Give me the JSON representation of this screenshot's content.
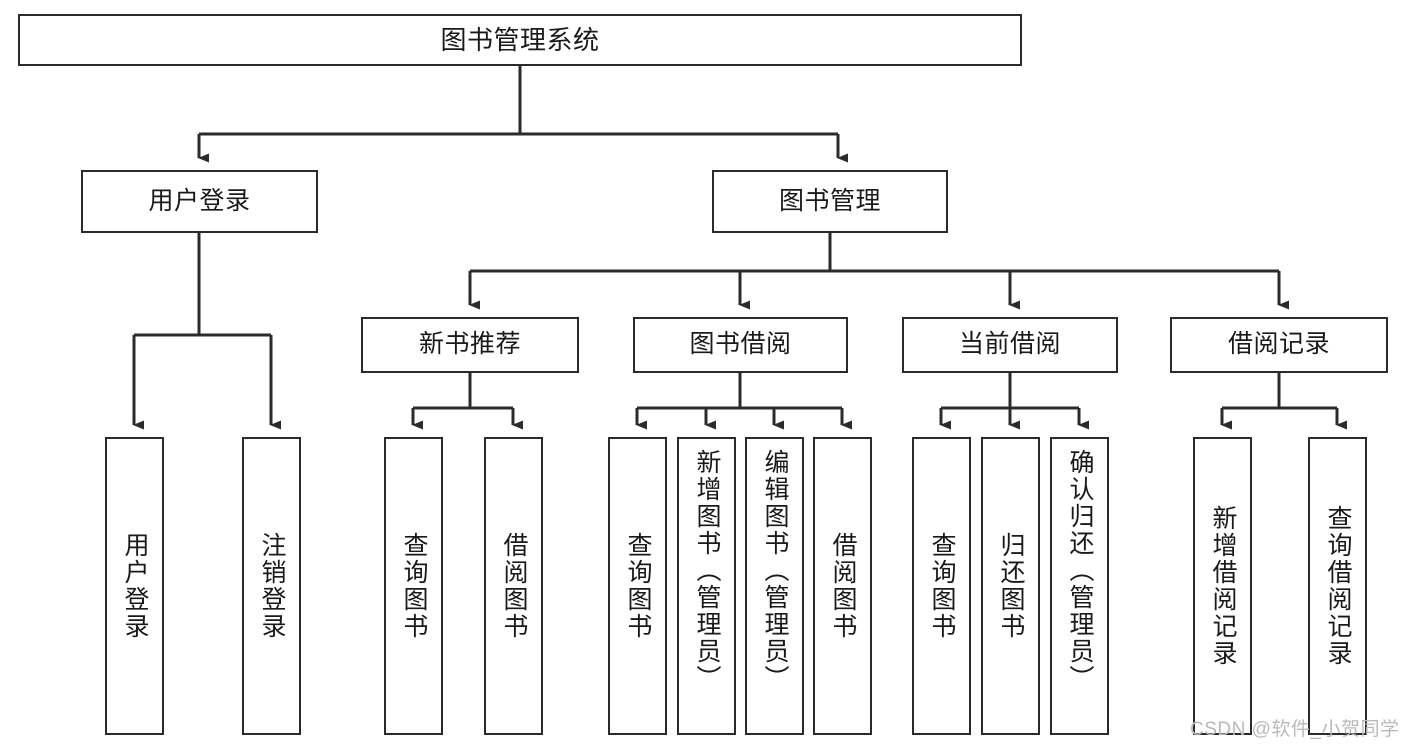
{
  "diagram": {
    "title": "图书管理系统",
    "type": "hierarchy-tree",
    "root": {
      "id": "root",
      "label": "图书管理系统",
      "orientation": "horizontal"
    },
    "level2": [
      {
        "id": "user-login",
        "label": "用户登录",
        "orientation": "horizontal"
      },
      {
        "id": "book-manage",
        "label": "图书管理",
        "orientation": "horizontal"
      }
    ],
    "level3": [
      {
        "id": "new-book-recommend",
        "label": "新书推荐",
        "orientation": "horizontal",
        "parent": "book-manage"
      },
      {
        "id": "book-borrow",
        "label": "图书借阅",
        "orientation": "horizontal",
        "parent": "book-manage"
      },
      {
        "id": "current-borrow",
        "label": "当前借阅",
        "orientation": "horizontal",
        "parent": "book-manage"
      },
      {
        "id": "borrow-record",
        "label": "借阅记录",
        "orientation": "horizontal",
        "parent": "book-manage"
      }
    ],
    "leaves": [
      {
        "id": "leaf-user-login",
        "label": "用户登录",
        "parent": "user-login"
      },
      {
        "id": "leaf-user-logout",
        "label": "注销登录",
        "parent": "user-login"
      },
      {
        "id": "leaf-query-book-1",
        "label": "查询图书",
        "parent": "new-book-recommend"
      },
      {
        "id": "leaf-borrow-book-1",
        "label": "借阅图书",
        "parent": "new-book-recommend"
      },
      {
        "id": "leaf-query-book-2",
        "label": "查询图书",
        "parent": "book-borrow"
      },
      {
        "id": "leaf-add-book",
        "label": "新增图书（管理员）",
        "parent": "book-borrow"
      },
      {
        "id": "leaf-edit-book",
        "label": "编辑图书（管理员）",
        "parent": "book-borrow"
      },
      {
        "id": "leaf-borrow-book-2",
        "label": "借阅图书",
        "parent": "book-borrow"
      },
      {
        "id": "leaf-query-book-3",
        "label": "查询图书",
        "parent": "current-borrow"
      },
      {
        "id": "leaf-return-book",
        "label": "归还图书",
        "parent": "current-borrow"
      },
      {
        "id": "leaf-confirm-return",
        "label": "确认归还（管理员）",
        "parent": "current-borrow"
      },
      {
        "id": "leaf-add-record",
        "label": "新增借阅记录",
        "parent": "borrow-record"
      },
      {
        "id": "leaf-query-record",
        "label": "查询借阅记录",
        "parent": "borrow-record"
      }
    ],
    "colors": {
      "stroke": "#2b2b2b",
      "fill": "#ffffff",
      "text": "#1a1a1a",
      "watermark": "#b9b9b9"
    }
  },
  "watermark": {
    "text": "CSDN @软件_小贺同学"
  }
}
